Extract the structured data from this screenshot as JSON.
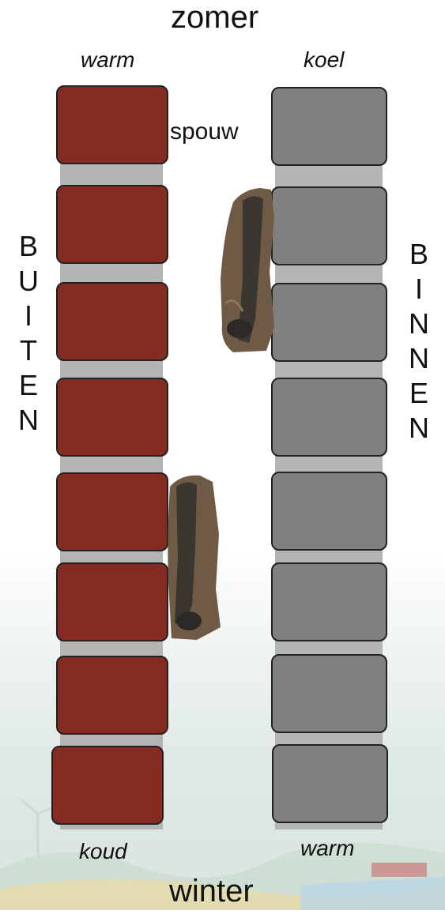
{
  "top_label": "zomer",
  "bottom_label": "winter",
  "outer_top": "warm",
  "inner_top": "koel",
  "outer_bottom": "koud",
  "inner_bottom": "warm",
  "cavity_label": "spouw",
  "outside_label": [
    "B",
    "U",
    "I",
    "T",
    "E",
    "N"
  ],
  "inside_label": [
    "B",
    "I",
    "N",
    "N",
    "E",
    "N"
  ],
  "colors": {
    "outer_brick": "#842b22",
    "inner_brick": "#808080",
    "mortar": "#b4b4b4"
  },
  "icons": [
    "bat-summer-icon",
    "bat-winter-icon"
  ]
}
